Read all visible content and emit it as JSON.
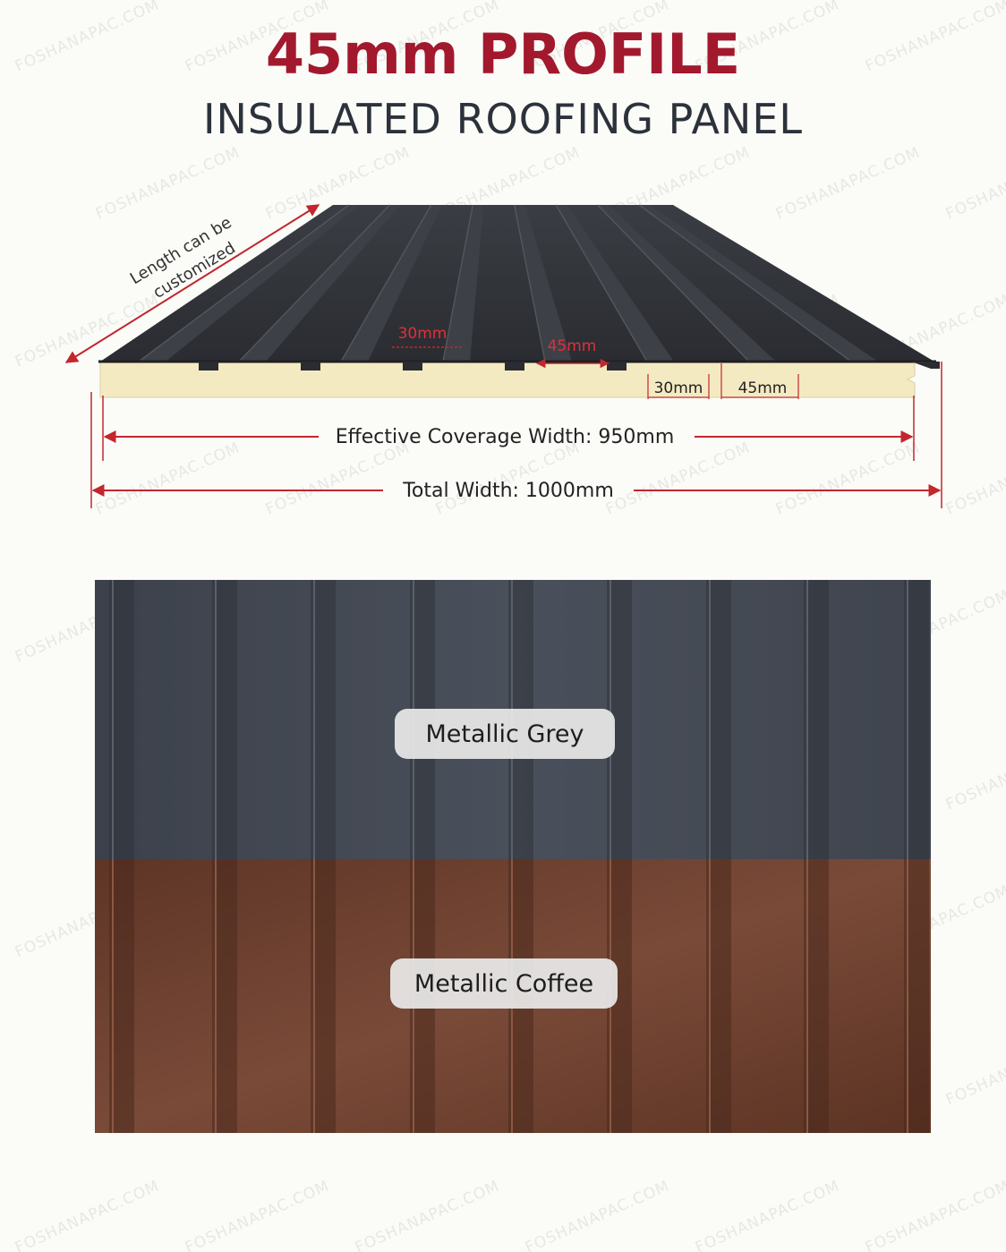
{
  "header": {
    "title": "45mm PROFILE",
    "subtitle": "INSULATED ROOFING PANEL"
  },
  "diagram": {
    "length_note_line1": "Length can be",
    "length_note_line2": "customized",
    "dim_rib_top": "30mm",
    "dim_pitch_top": "45mm",
    "dim_rib_bottom": "30mm",
    "dim_pitch_bottom": "45mm",
    "effective_width": "Effective Coverage Width: 950mm",
    "total_width": "Total Width: 1000mm"
  },
  "samples": [
    {
      "label": "Metallic Grey",
      "color": "#454b56"
    },
    {
      "label": "Metallic Coffee",
      "color": "#6b3d2c"
    }
  ],
  "colors": {
    "accent": "#a2192e",
    "panel_top": "#2f3237",
    "insulation": "#f4eac2",
    "dimension_line": "#c1272d"
  },
  "watermark": "FOSHANAPAC.COM"
}
